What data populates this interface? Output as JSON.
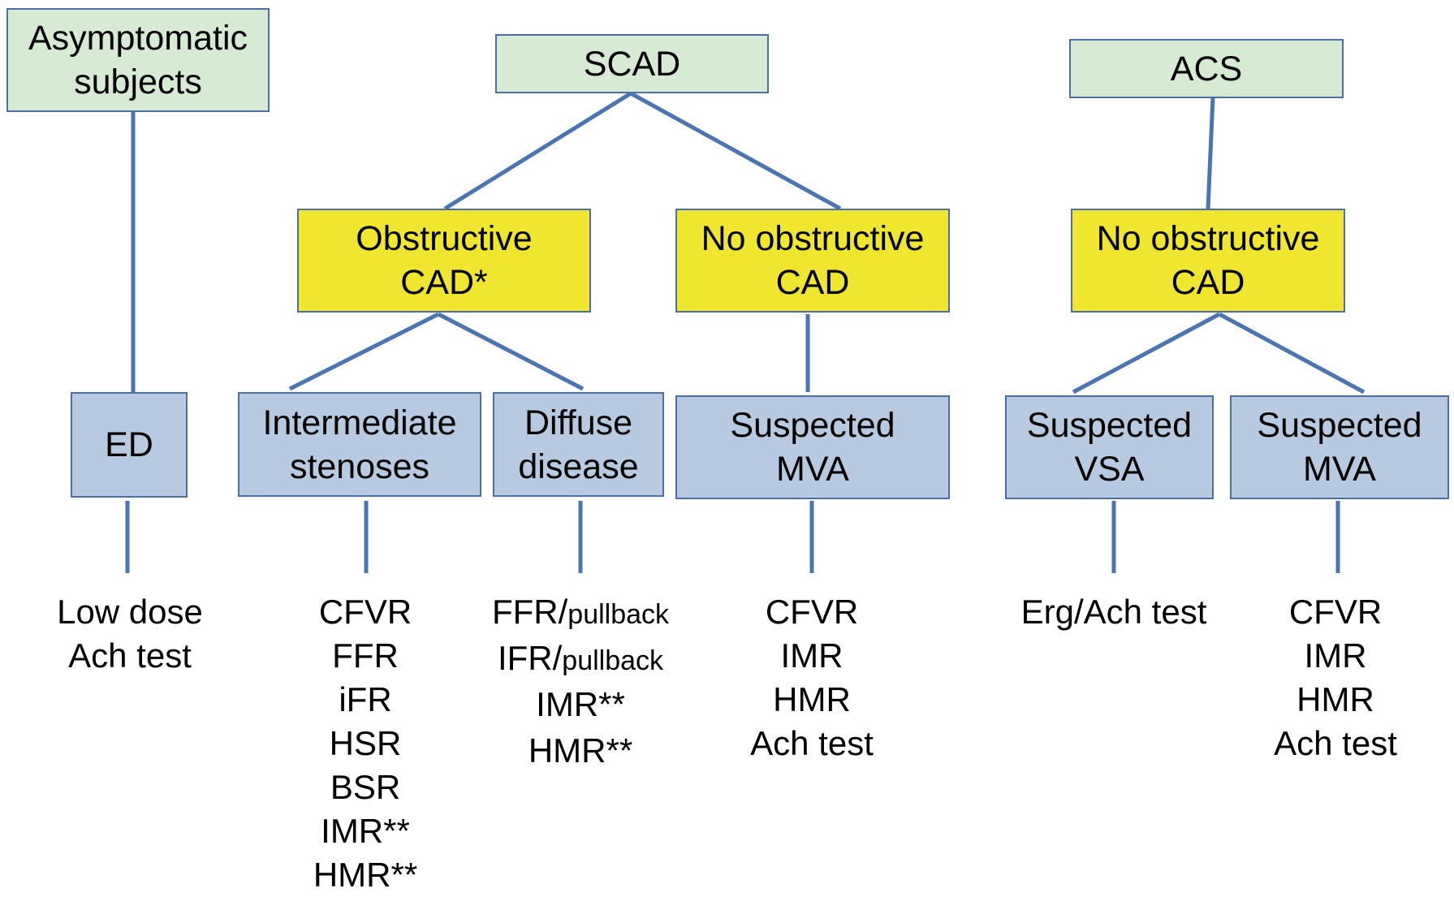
{
  "colors": {
    "connector": "#4a74b4",
    "root_fill": "#d6ead4",
    "category_fill": "#f0e630",
    "condition_fill": "#b7cae2",
    "border": "#4a6ea8"
  },
  "nodes": {
    "asymptomatic": [
      "Asymptomatic",
      "subjects"
    ],
    "scad": [
      "SCAD"
    ],
    "acs": [
      "ACS"
    ],
    "scad_obstructive": [
      "Obstructive",
      "CAD*"
    ],
    "scad_no_obstructive": [
      "No obstructive",
      "CAD"
    ],
    "acs_no_obstructive": [
      "No obstructive",
      "CAD"
    ],
    "ed": [
      "ED"
    ],
    "intermediate": [
      "Intermediate",
      "stenoses"
    ],
    "diffuse": [
      "Diffuse",
      "disease"
    ],
    "scad_mva": [
      "Suspected",
      "MVA"
    ],
    "acs_vsa": [
      "Suspected",
      "VSA"
    ],
    "acs_mva": [
      "Suspected",
      "MVA"
    ]
  },
  "tests": {
    "ed": [
      "Low dose",
      "Ach test"
    ],
    "intermediate": [
      "CFVR",
      "FFR",
      "iFR",
      "HSR",
      "BSR",
      "IMR**",
      "HMR**"
    ],
    "diffuse": [
      {
        "main": "FFR/",
        "suffix": "pullback"
      },
      {
        "main": "IFR/",
        "suffix": "pullback"
      },
      {
        "main": "IMR**",
        "suffix": ""
      },
      {
        "main": "HMR**",
        "suffix": ""
      }
    ],
    "scad_mva": [
      "CFVR",
      "IMR",
      "HMR",
      "Ach test"
    ],
    "acs_vsa": [
      "Erg/Ach test"
    ],
    "acs_mva": [
      "CFVR",
      "IMR",
      "HMR",
      "Ach test"
    ]
  }
}
